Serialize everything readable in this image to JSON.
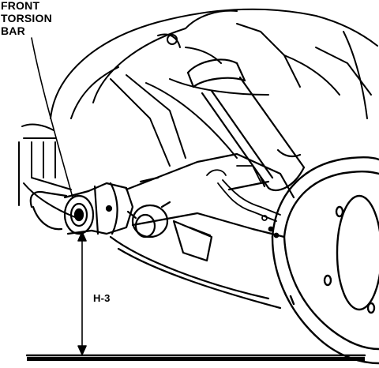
{
  "labels": {
    "line1": "FRONT",
    "line2": "TORSION",
    "line3": "BAR",
    "height_marker": "H-3"
  },
  "colors": {
    "ink": "#000000",
    "paper": "#ffffff"
  }
}
